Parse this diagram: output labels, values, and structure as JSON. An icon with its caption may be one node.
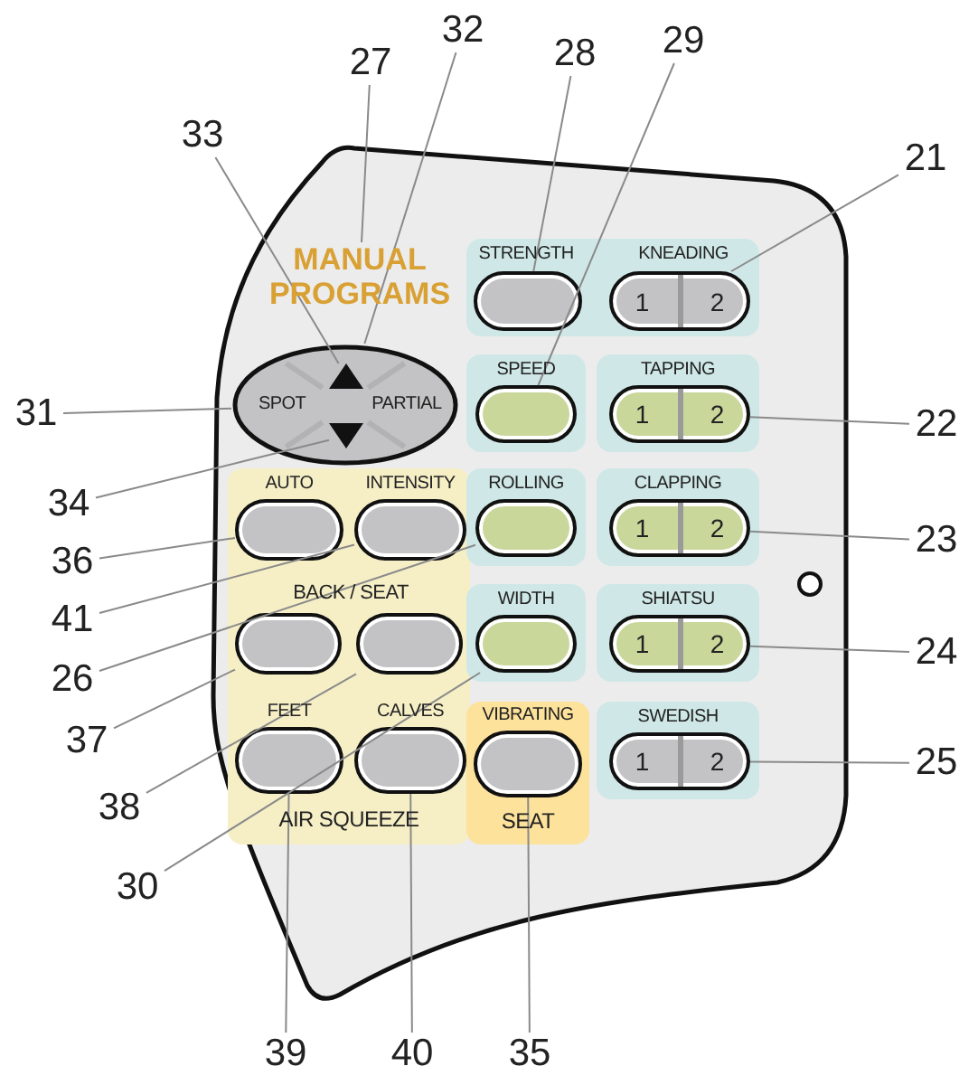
{
  "diagram": {
    "nodes": [
      {
        "text": [
          "MANUAL PROGRAMS"
        ]
      },
      {
        "text": [
          "STRENGTH",
          "KNEADING"
        ]
      },
      {
        "text": [],
        "shape": "button",
        "in": 1
      },
      {
        "text": [
          "1",
          "2"
        ],
        "in": 1
      },
      {
        "text": [
          "SPOT",
          "PARTIAL"
        ]
      },
      {
        "text": [],
        "shape": "triangle",
        "in": 4
      },
      {
        "text": [],
        "shape": "triangle",
        "in": 4
      },
      {
        "text": [
          "SPEED"
        ]
      },
      {
        "text": [],
        "shape": "button",
        "in": 7
      },
      {
        "text": [
          "TAPPING"
        ]
      },
      {
        "text": [
          "1",
          "2"
        ],
        "in": 9
      },
      {
        "text": [
          "AIR SQUEEZE"
        ]
      },
      {
        "text": [
          "AUTO"
        ],
        "in": 11
      },
      {
        "text": [
          "INTENSITY"
        ],
        "in": 11
      },
      {
        "text": [],
        "shape": "button",
        "in": 11
      },
      {
        "text": [],
        "shape": "button",
        "in": 11
      },
      {
        "text": [
          "FEET"
        ],
        "in": 11
      },
      {
        "text": [
          "CALVES"
        ],
        "in": 11
      },
      {
        "text": [
          "ROLLING"
        ]
      },
      {
        "text": [],
        "shape": "button",
        "in": 18
      },
      {
        "text": [
          "CLAPPING"
        ]
      },
      {
        "text": [
          "1",
          "2"
        ],
        "in": 20
      },
      {
        "text": [
          "WIDTH"
        ]
      },
      {
        "text": [],
        "shape": "button",
        "in": 22
      },
      {
        "text": [
          "SHIATSU"
        ]
      },
      {
        "text": [
          "1",
          "2"
        ],
        "in": 24
      },
      {
        "text": [
          "SEAT"
        ]
      },
      {
        "text": [
          "VIBRATING"
        ],
        "in": 26
      },
      {
        "text": [
          "SWEDISH"
        ]
      },
      {
        "text": [
          "1",
          "2"
        ],
        "in": 28
      },
      {
        "text": [
          "27"
        ]
      },
      {
        "text": [
          "32"
        ]
      },
      {
        "text": [
          "28"
        ]
      },
      {
        "text": [
          "29"
        ]
      },
      {
        "text": [
          "21"
        ]
      },
      {
        "text": [
          "33"
        ]
      },
      {
        "text": [
          "31"
        ]
      },
      {
        "text": [
          "22"
        ]
      },
      {
        "text": [
          "34"
        ]
      },
      {
        "text": [
          "36"
        ]
      },
      {
        "text": [
          "41"
        ]
      },
      {
        "text": [
          "26"
        ]
      },
      {
        "text": [
          "23"
        ]
      },
      {
        "text": [
          "37"
        ]
      },
      {
        "text": [
          "24"
        ]
      },
      {
        "text": [
          "38"
        ]
      },
      {
        "text": [
          "30"
        ]
      },
      {
        "text": [
          "25"
        ]
      },
      {
        "text": [
          "39"
        ]
      },
      {
        "text": [
          "40"
        ]
      },
      {
        "text": [
          "35"
        ]
      }
    ],
    "edges": [
      {
        "from": 30,
        "to": 0,
        "arrow": "none"
      },
      {
        "from": 31,
        "to": 4,
        "arrow": "none"
      },
      {
        "from": 32,
        "to": 2,
        "arrow": "none"
      },
      {
        "from": 33,
        "to": 8,
        "arrow": "none"
      },
      {
        "from": 34,
        "to": 3,
        "arrow": "none"
      },
      {
        "from": 35,
        "to": 5,
        "arrow": "none"
      },
      {
        "from": 36,
        "to": 4,
        "arrow": "none"
      },
      {
        "from": 37,
        "to": 10,
        "arrow": "none"
      },
      {
        "from": 38,
        "to": 6,
        "arrow": "none"
      },
      {
        "from": 39,
        "to": 12,
        "arrow": "none"
      },
      {
        "from": 40,
        "to": 13,
        "arrow": "none"
      },
      {
        "from": 41,
        "to": 19,
        "arrow": "none"
      },
      {
        "from": 42,
        "to": 21,
        "arrow": "none"
      },
      {
        "from": 43,
        "to": 14,
        "arrow": "none"
      },
      {
        "from": 44,
        "to": 25,
        "arrow": "none"
      },
      {
        "from": 45,
        "to": 15,
        "arrow": "none"
      },
      {
        "from": 46,
        "to": 23,
        "arrow": "none"
      },
      {
        "from": 47,
        "to": 29,
        "arrow": "none"
      },
      {
        "from": 48,
        "to": 16,
        "arrow": "none"
      },
      {
        "from": 49,
        "to": 17,
        "arrow": "none"
      },
      {
        "from": 50,
        "to": 27,
        "arrow": "none"
      }
    ],
    "labels": [
      "BACK / SEAT"
    ]
  }
}
